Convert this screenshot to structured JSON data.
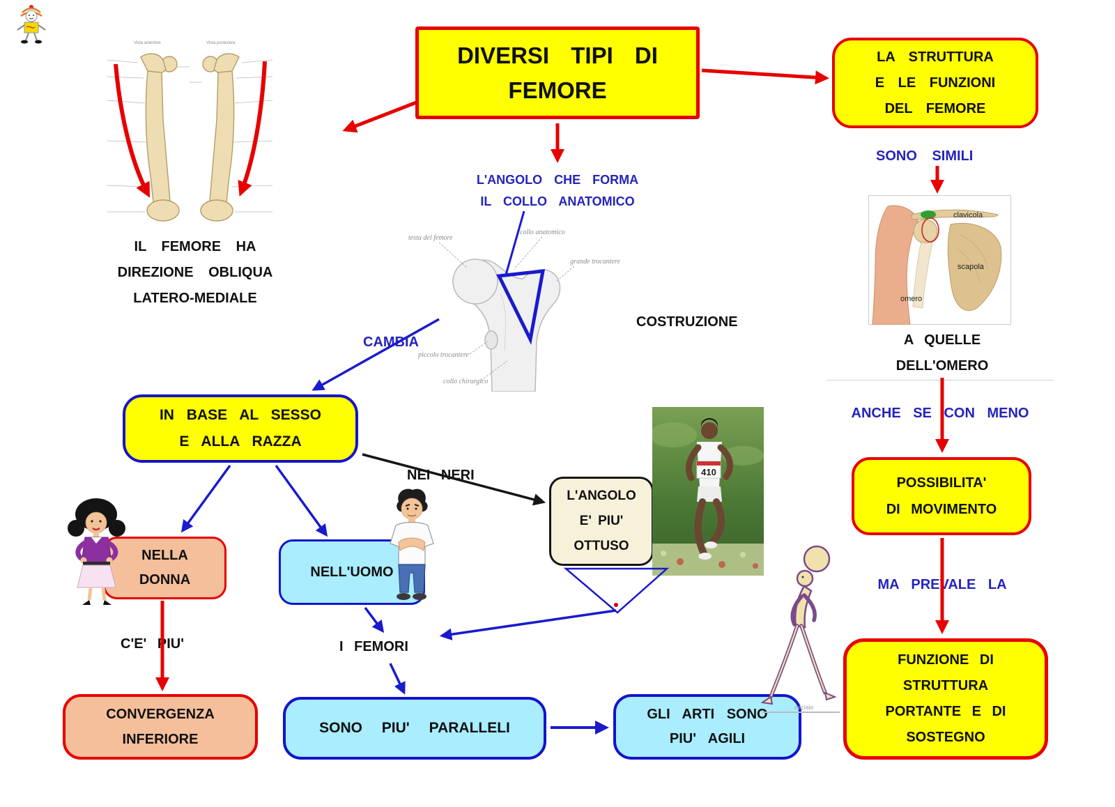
{
  "diagram": {
    "title": {
      "lines": [
        "DIVERSI TIPI DI",
        "FEMORE"
      ]
    },
    "nodes": {
      "struttura": {
        "lines": [
          "LA STRUTTURA",
          "E LE FUNZIONI",
          "DEL FEMORE"
        ]
      },
      "in_base": {
        "lines": [
          "IN BASE AL SESSO",
          "E ALLA RAZZA"
        ]
      },
      "angolo_ottuso": {
        "lines": [
          "L'ANGOLO",
          "E' PIU'",
          "OTTUSO"
        ]
      },
      "nella_donna": {
        "lines": [
          "NELLA",
          "DONNA"
        ]
      },
      "nelluomo": {
        "lines": [
          "NELL'UOMO"
        ]
      },
      "convergenza": {
        "lines": [
          "CONVERGENZA",
          "INFERIORE"
        ]
      },
      "paralleli": {
        "lines": [
          "SONO PIU' PARALLELI"
        ]
      },
      "gli_arti": {
        "lines": [
          "GLI ARTI SONO",
          "PIU' AGILI"
        ]
      },
      "possibilita": {
        "lines": [
          "POSSIBILITA'",
          "DI MOVIMENTO"
        ]
      },
      "funzione": {
        "lines": [
          "FUNZIONE DI",
          "STRUTTURA",
          "PORTANTE E DI",
          "SOSTEGNO"
        ]
      }
    },
    "labels": {
      "femur_caption": {
        "lines": [
          "IL FEMORE HA",
          "DIREZIONE OBLIQUA",
          "LATERO-MEDIALE"
        ]
      },
      "angolo_collo": {
        "lines": [
          "L'ANGOLO CHE FORMA",
          "IL COLLO ANATOMICO"
        ]
      },
      "costruzione": "COSTRUZIONE",
      "cambia": "CAMBIA",
      "nei_neri": "NEI NERI",
      "ce_piu": "C'E' PIU'",
      "i_femori": "I FEMORI",
      "sono_simili": "SONO SIMILI",
      "a_quelle": {
        "lines": [
          "A QUELLE",
          "DELL'OMERO"
        ]
      },
      "anche_se": "ANCHE SE CON MENO",
      "ma_prevale": "MA PREVALE LA"
    },
    "anatomy": {
      "femur_views": {
        "anterior": "Vista anteriore",
        "posterior": "Vista posteriore"
      },
      "femur_head_labels": {
        "testa": "testa del femore",
        "collo_anatomico": "collo anatomico",
        "grande_trocantere": "grande trocantere",
        "piccolo_trocantere": "piccolo trocantere",
        "collo_chirurgico": "collo chirurgico"
      },
      "shoulder_labels": {
        "clavicola": "clavicola",
        "scapola": "scapola",
        "omero": "omero"
      }
    },
    "runner_bib": "410",
    "watermark": "iniziale",
    "colors": {
      "yellow": "#ffff00",
      "red": "#e60000",
      "blue_text": "#2424bb",
      "blue_border": "#1414cc",
      "cyan": "#a9edff",
      "salmon": "#f5bf9b",
      "cream": "#f8f1da",
      "black": "#151515"
    }
  }
}
